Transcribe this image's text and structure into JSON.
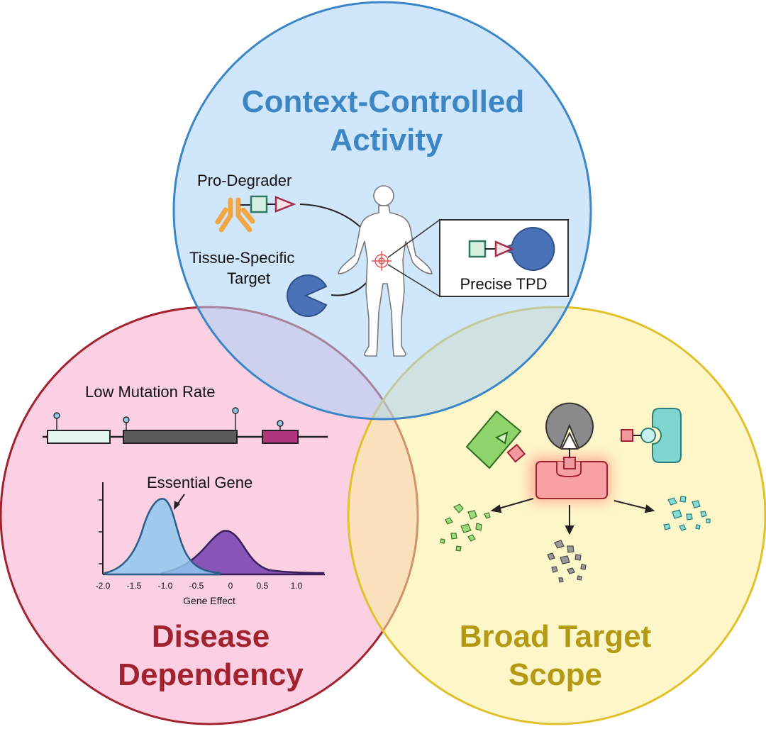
{
  "colors": {
    "blue_circle_fill": "#cfe5fb",
    "blue_circle_stroke": "#3a86c8",
    "red_circle_fill": "#f7c6dc",
    "red_circle_stroke": "#a3222f",
    "yellow_circle_fill": "#fbf3b7",
    "yellow_circle_stroke": "#e0c12b",
    "blue_title": "#3d86c6",
    "red_title": "#a3222f",
    "yellow_title": "#b49a14",
    "orange_antibody": "#f2a540",
    "teal_linker": "#2f7a64",
    "triangle_ligand": "#a0304a",
    "target_blue": "#4a72b8",
    "mint_exon": "#e2f5ef",
    "dark_exon": "#5a5a5a",
    "magenta_exon": "#b0357d",
    "light_blue_curve": "#8ec8ef",
    "purple_curve": "#7b4aa6",
    "green_protein": "#8fd46b",
    "gray_protein": "#8a8a8a",
    "cyan_protein": "#7fd6d0",
    "red_degrader": "#f09aa0"
  },
  "titles": {
    "context_line1": "Context-Controlled",
    "context_line2": "Activity",
    "disease_line1": "Disease",
    "disease_line2": "Dependency",
    "broad_line1": "Broad Target",
    "broad_line2": "Scope"
  },
  "labels": {
    "pro_degrader": "Pro-Degrader",
    "tissue_line1": "Tissue-Specific",
    "tissue_line2": "Target",
    "precise_tpd": "Precise TPD",
    "low_mutation": "Low Mutation Rate",
    "essential_gene": "Essential Gene",
    "gene_effect": "Gene Effect"
  },
  "axis_ticks": [
    "-2.0",
    "-1.5",
    "-1.0",
    "-0.5",
    "0",
    "0.5",
    "1.0"
  ],
  "icons": {
    "antibody": "antibody-icon",
    "human": "human-body-icon",
    "target": "target-crosshair-icon"
  }
}
